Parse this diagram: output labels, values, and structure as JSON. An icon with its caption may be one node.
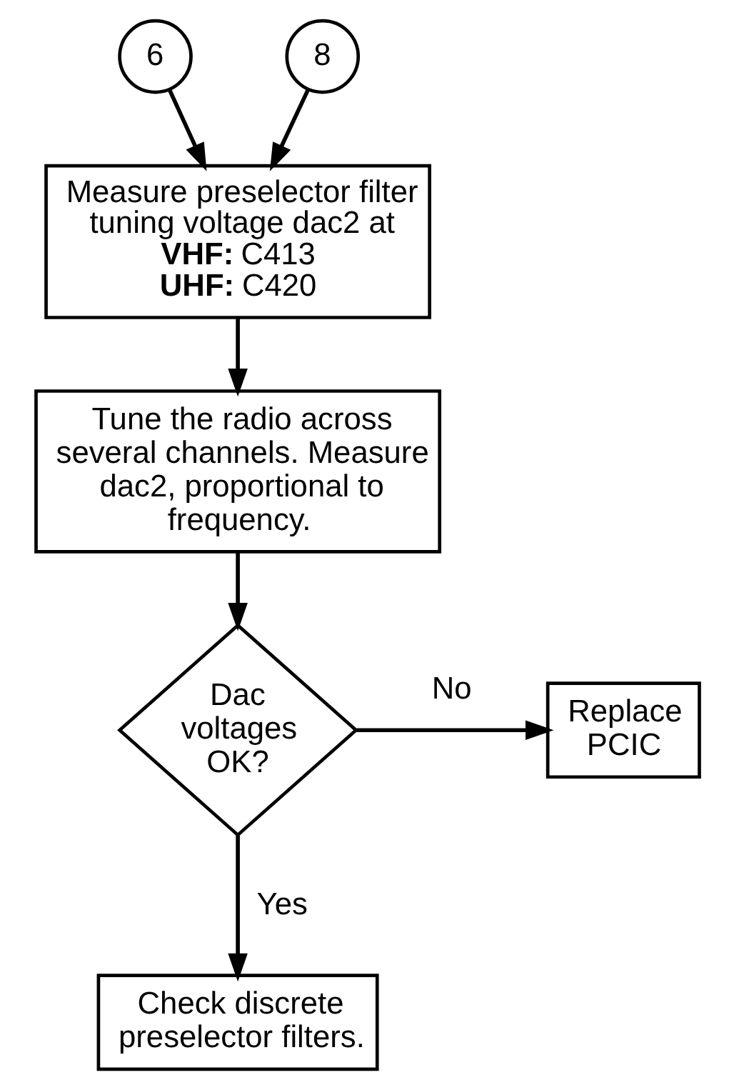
{
  "diagram": {
    "nodes": [
      {
        "text": [
          "6"
        ]
      },
      {
        "text": [
          "8"
        ]
      },
      {
        "text": [
          "Measure preselector filter tuning voltage dac2 at",
          "**VHF:** C413",
          "**UHF:** C420"
        ]
      },
      {
        "text": [
          "Tune the radio across several channels. Measure dac2, proportional to frequency."
        ]
      },
      {
        "text": [
          "Dac voltages OK?"
        ]
      },
      {
        "text": [
          "Replace PCIC"
        ]
      },
      {
        "text": [
          "Check discrete preselector filters."
        ]
      }
    ],
    "edges": [
      {
        "from": 0,
        "to": 2,
        "arrow": "to"
      },
      {
        "from": 1,
        "to": 2,
        "arrow": "to"
      },
      {
        "from": 2,
        "to": 3,
        "arrow": "to"
      },
      {
        "from": 3,
        "to": 4,
        "arrow": "to"
      },
      {
        "from": 4,
        "to": 5,
        "arrow": "to",
        "label": "No"
      },
      {
        "from": 4,
        "to": 6,
        "arrow": "to",
        "label": "Yes"
      }
    ]
  }
}
